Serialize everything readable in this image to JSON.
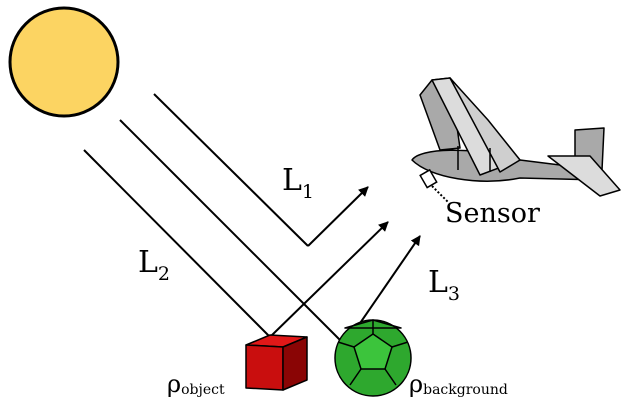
{
  "labels": {
    "L1": {
      "main": "L",
      "sub": "1"
    },
    "L2": {
      "main": "L",
      "sub": "2"
    },
    "L3": {
      "main": "L",
      "sub": "3"
    },
    "sensor": "Sensor",
    "rho_object": {
      "main": "ρ",
      "sub": "object"
    },
    "rho_background": {
      "main": "ρ",
      "sub": "background"
    }
  },
  "colors": {
    "sun": "#fcd462",
    "cube_front": "#c90e0e",
    "cube_top": "#e01818",
    "cube_side": "#8a0505",
    "ball": "#2ea82e",
    "plane_light": "#dcdcdc",
    "plane_mid": "#a9a9a9",
    "plane_dark": "#808080"
  },
  "icons": [
    "sun-icon",
    "red-cube-icon",
    "green-dodecahedron-icon",
    "airplane-icon",
    "sensor-icon"
  ]
}
